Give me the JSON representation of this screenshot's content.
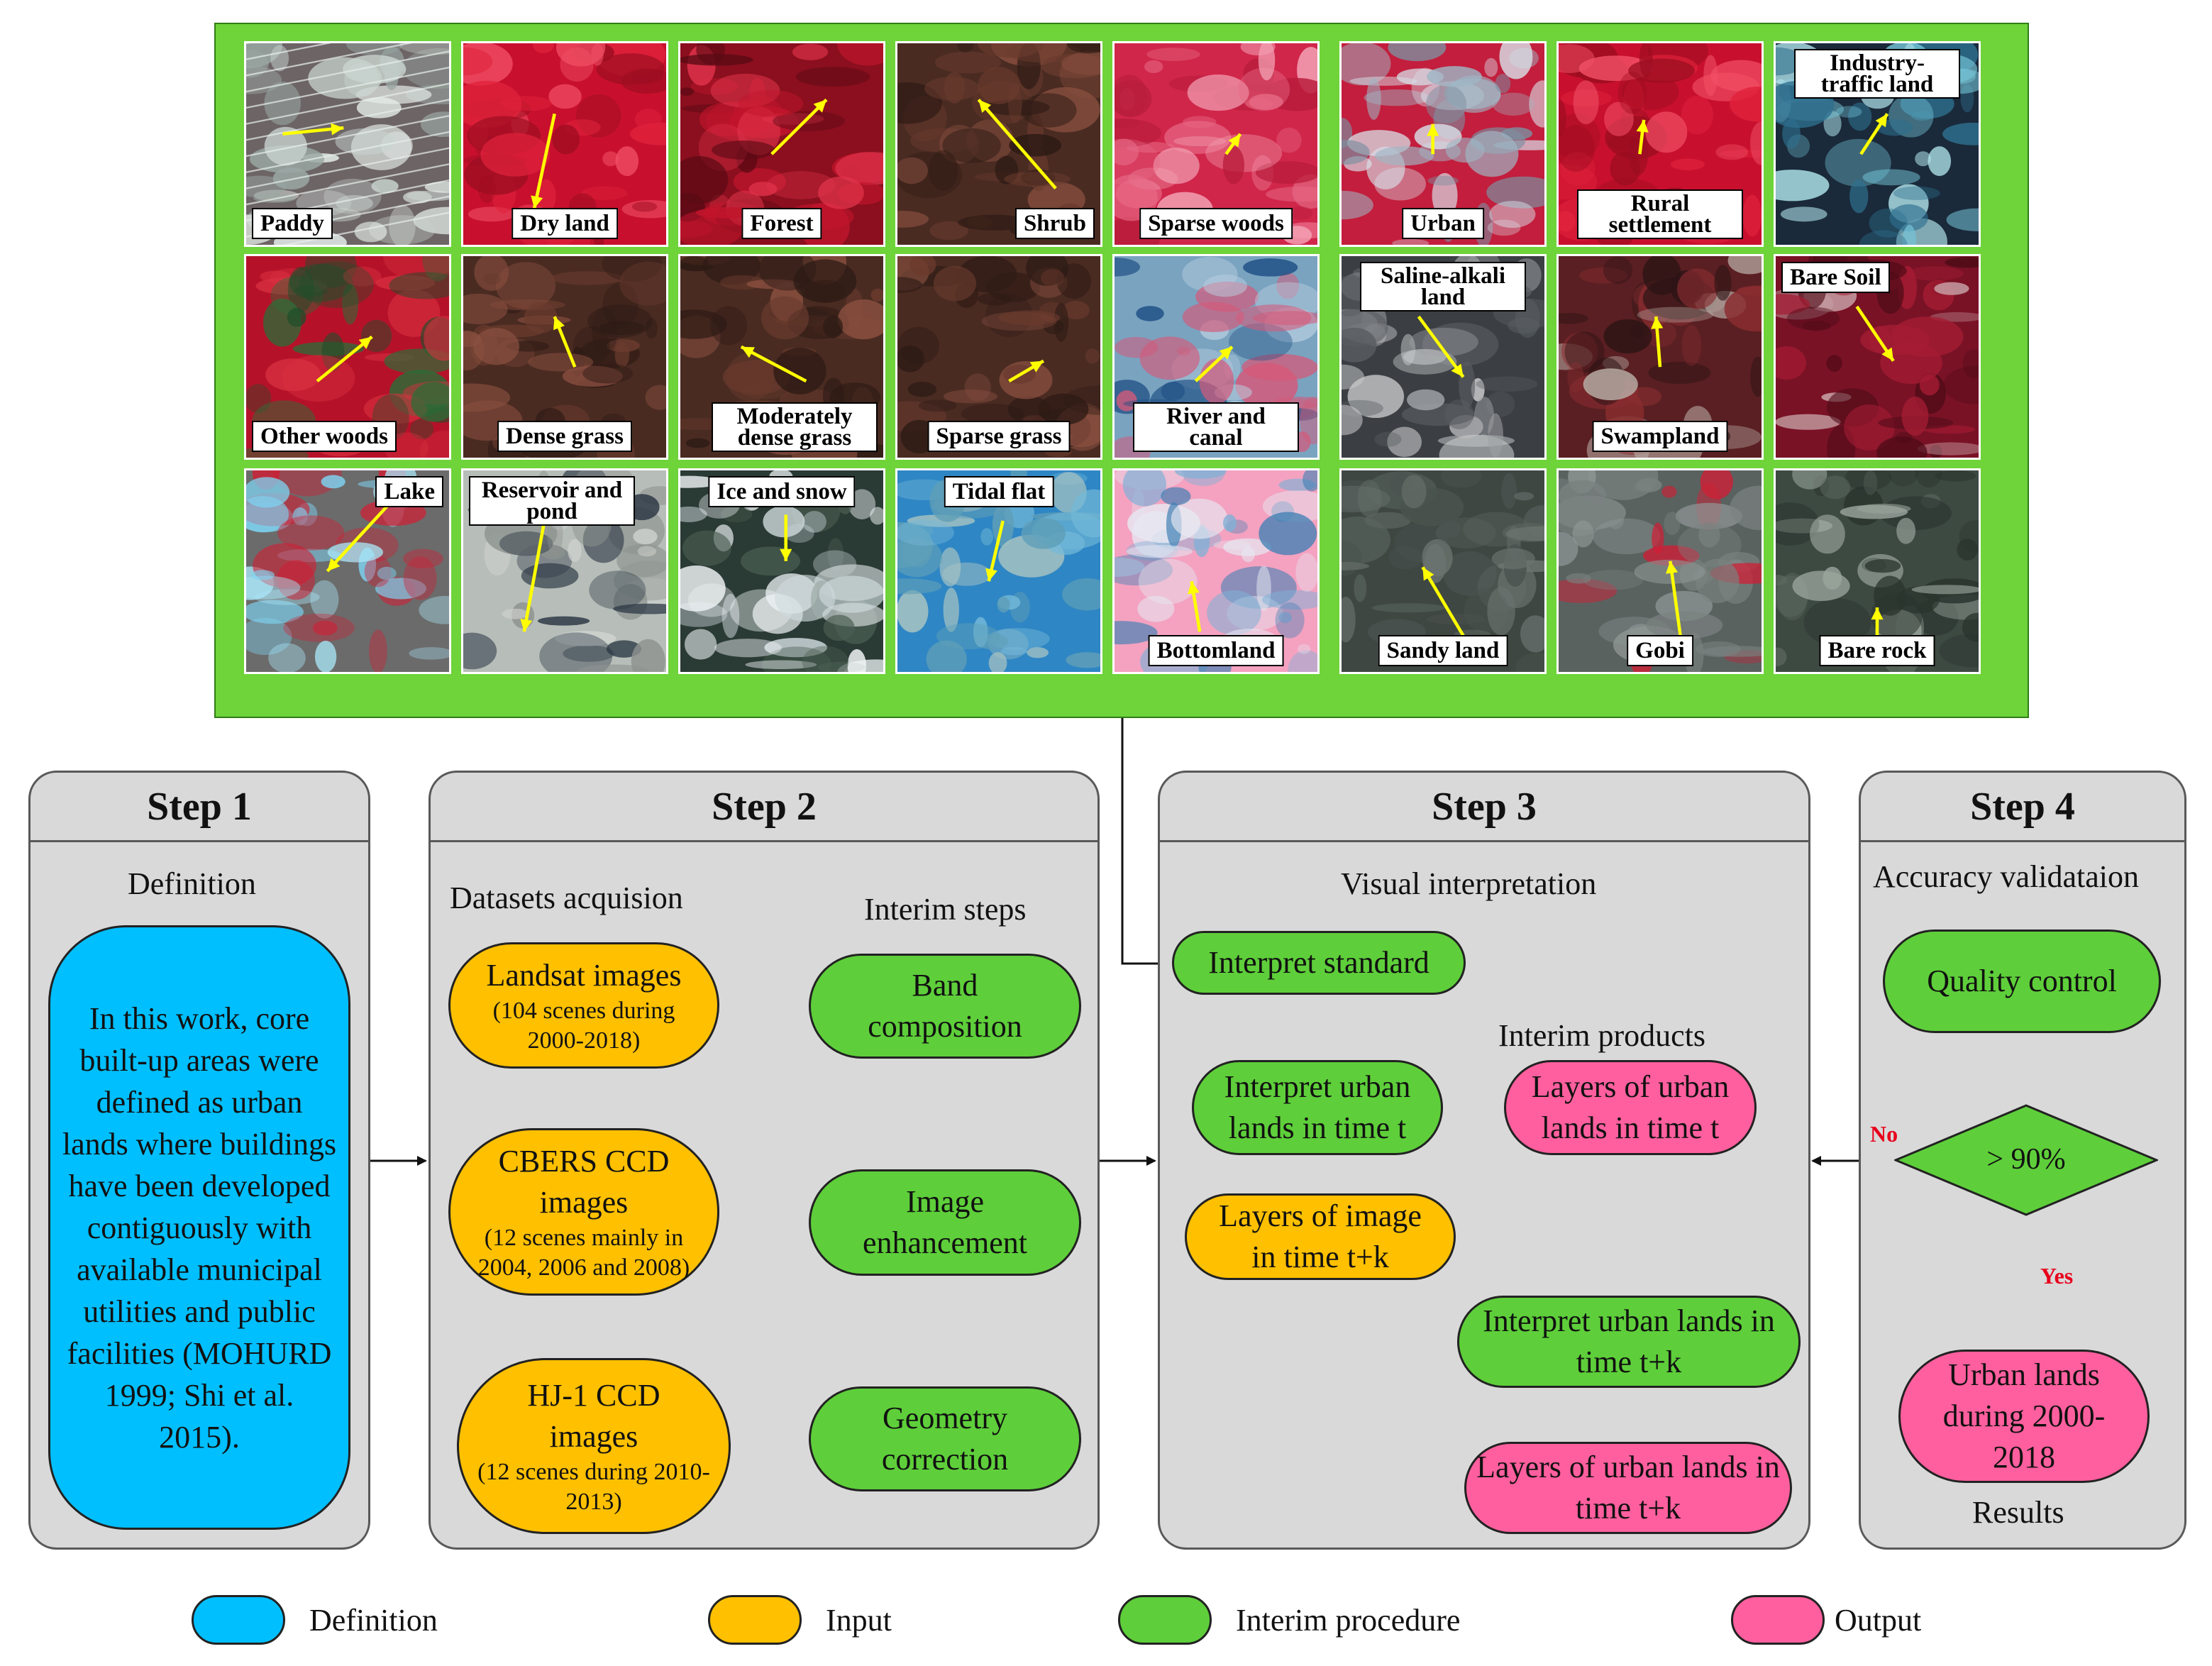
{
  "image_panel": {
    "tiles": [
      {
        "label": "Paddy",
        "palette": "paddy"
      },
      {
        "label": "Dry land",
        "palette": "red"
      },
      {
        "label": "Forest",
        "palette": "darkred"
      },
      {
        "label": "Shrub",
        "palette": "brown"
      },
      {
        "label": "Sparse woods",
        "palette": "pinkblur"
      },
      {
        "label": "Urban",
        "palette": "urban"
      },
      {
        "label": "Rural settlement",
        "palette": "red"
      },
      {
        "label": "Industry-traffic land",
        "palette": "industry"
      },
      {
        "label": "Other woods",
        "palette": "otherwoods"
      },
      {
        "label": "Dense grass",
        "palette": "brown"
      },
      {
        "label": "Moderately dense grass",
        "palette": "brown"
      },
      {
        "label": "Sparse grass",
        "palette": "brown"
      },
      {
        "label": "River and canal",
        "palette": "river"
      },
      {
        "label": "Saline-alkali land",
        "palette": "gray"
      },
      {
        "label": "Swampland",
        "palette": "swamp"
      },
      {
        "label": "Bare Soil",
        "palette": "baresoil"
      },
      {
        "label": "Lake",
        "palette": "lake"
      },
      {
        "label": "Reservoir and pond",
        "palette": "lightgray"
      },
      {
        "label": "Ice and snow",
        "palette": "snow"
      },
      {
        "label": "Tidal flat",
        "palette": "tidal"
      },
      {
        "label": "Bottomland",
        "palette": "bottom"
      },
      {
        "label": "Sandy land",
        "palette": "sandy"
      },
      {
        "label": "Gobi",
        "palette": "gobi"
      },
      {
        "label": "Bare rock",
        "palette": "rock"
      }
    ]
  },
  "steps": {
    "s1": {
      "title": "Step 1",
      "label": "Definition",
      "definition": "In this work, core built-up areas were defined as urban lands where buildings have been developed contiguously with available municipal utilities and public facilities (MOHURD 1999; Shi et al. 2015)."
    },
    "s2": {
      "title": "Step 2",
      "label_left": "Datasets acquision",
      "label_right": "Interim steps",
      "landsat": {
        "main": "Landsat images",
        "sub": "(104 scenes during 2000-2018)"
      },
      "cbers": {
        "main": "CBERS CCD images",
        "sub": "(12 scenes mainly in 2004, 2006 and 2008)"
      },
      "hj1": {
        "main": "HJ-1 CCD images",
        "sub": "(12 scenes during 2010-2013)"
      },
      "band": "Band composition",
      "enhance": "Image enhancement",
      "geometry": "Geometry correction"
    },
    "s3": {
      "title": "Step 3",
      "label": "Visual interpretation",
      "interim_label": "Interim products",
      "standard": "Interpret standard",
      "interpret_t": "Interpret urban lands in time t",
      "layers_t": "Layers of urban lands in time t",
      "layers_image": "Layers of image in time t+k",
      "interpret_tk": "Interpret urban lands in time t+k",
      "layers_tk": "Layers of urban lands in time t+k"
    },
    "s4": {
      "title": "Step 4",
      "label": "Accuracy validataion",
      "quality": "Quality control",
      "threshold": "> 90%",
      "no": "No",
      "yes": "Yes",
      "result_node": "Urban lands during 2000-2018",
      "result_label": "Results"
    }
  },
  "legend": [
    {
      "label": "Definition",
      "color": "#00bfff"
    },
    {
      "label": "Input",
      "color": "#ffc000"
    },
    {
      "label": "Interim procedure",
      "color": "#5ecf3a"
    },
    {
      "label": "Output",
      "color": "#ff5f9e"
    }
  ],
  "colors": {
    "definition": "#00bfff",
    "input": "#ffc000",
    "interim": "#5ecf3a",
    "output": "#ff5f9e",
    "panel": "#d9d9d9",
    "border": "#6fd33a",
    "arrow": "#ffff00",
    "flag": "#e8001c"
  }
}
